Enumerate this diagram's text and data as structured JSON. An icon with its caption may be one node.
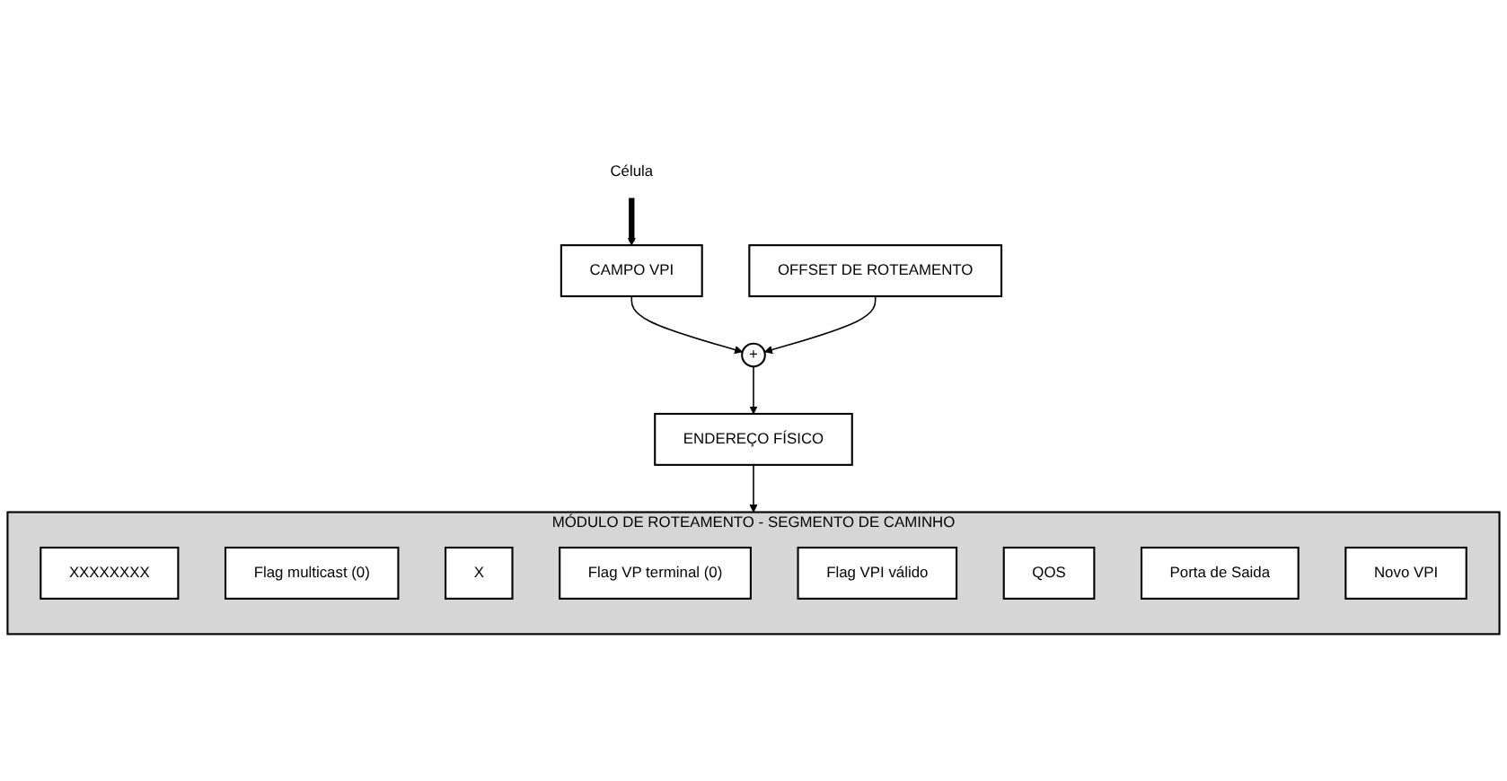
{
  "diagram": {
    "nodes": [
      {
        "text": [
          "Célula"
        ]
      },
      {
        "text": [
          "CAMPO VPI"
        ]
      },
      {
        "text": [
          "OFFSET DE ROTEAMENTO"
        ]
      },
      {
        "text": [
          "+"
        ]
      },
      {
        "text": [
          "ENDEREÇO FÍSICO"
        ]
      },
      {
        "text": [
          "MÓDULO DE ROTEAMENTO - SEGMENTO DE CAMINHO"
        ]
      },
      {
        "text": [
          "XXXXXXXX"
        ],
        "in": 5
      },
      {
        "text": [
          "Flag multicast (0)"
        ],
        "in": 5
      },
      {
        "text": [
          "X"
        ],
        "in": 5
      },
      {
        "text": [
          "Flag VP terminal (0)"
        ],
        "in": 5
      },
      {
        "text": [
          "Flag VPI válido"
        ],
        "in": 5
      },
      {
        "text": [
          "QOS"
        ],
        "in": 5
      },
      {
        "text": [
          "Porta de Saida"
        ],
        "in": 5
      },
      {
        "text": [
          "Novo VPI"
        ],
        "in": 5
      }
    ],
    "edges": [
      {
        "from": 0,
        "to": 1,
        "arrow": "to",
        "style": "thick"
      },
      {
        "from": 1,
        "to": 3,
        "arrow": "to"
      },
      {
        "from": 2,
        "to": 3,
        "arrow": "to"
      },
      {
        "from": 3,
        "to": 4,
        "arrow": "to"
      },
      {
        "from": 4,
        "to": 5,
        "arrow": "to"
      }
    ]
  }
}
